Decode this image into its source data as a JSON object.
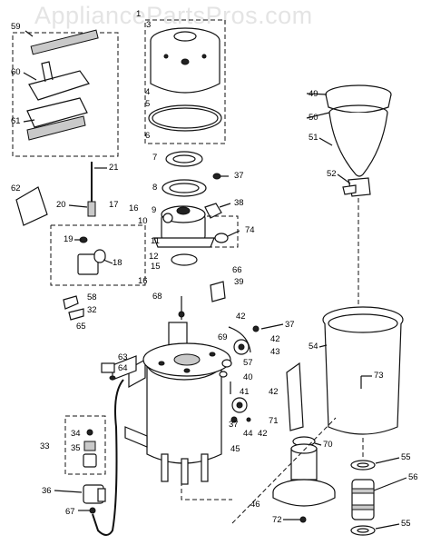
{
  "watermark": "AppliancePartsPros.com",
  "callouts": [
    "1",
    "3",
    "4",
    "5",
    "6",
    "7",
    "8",
    "9",
    "10",
    "11",
    "12",
    "15",
    "16",
    "16",
    "17",
    "18",
    "19",
    "20",
    "21",
    "32",
    "33",
    "34",
    "35",
    "36",
    "37",
    "37",
    "37",
    "38",
    "39",
    "40",
    "41",
    "42",
    "42",
    "42",
    "42",
    "43",
    "44",
    "45",
    "46",
    "49",
    "50",
    "51",
    "52",
    "54",
    "55",
    "55",
    "56",
    "57",
    "58",
    "59",
    "60",
    "61",
    "62",
    "63",
    "64",
    "65",
    "66",
    "67",
    "68",
    "69",
    "70",
    "71",
    "72",
    "73",
    "74"
  ]
}
